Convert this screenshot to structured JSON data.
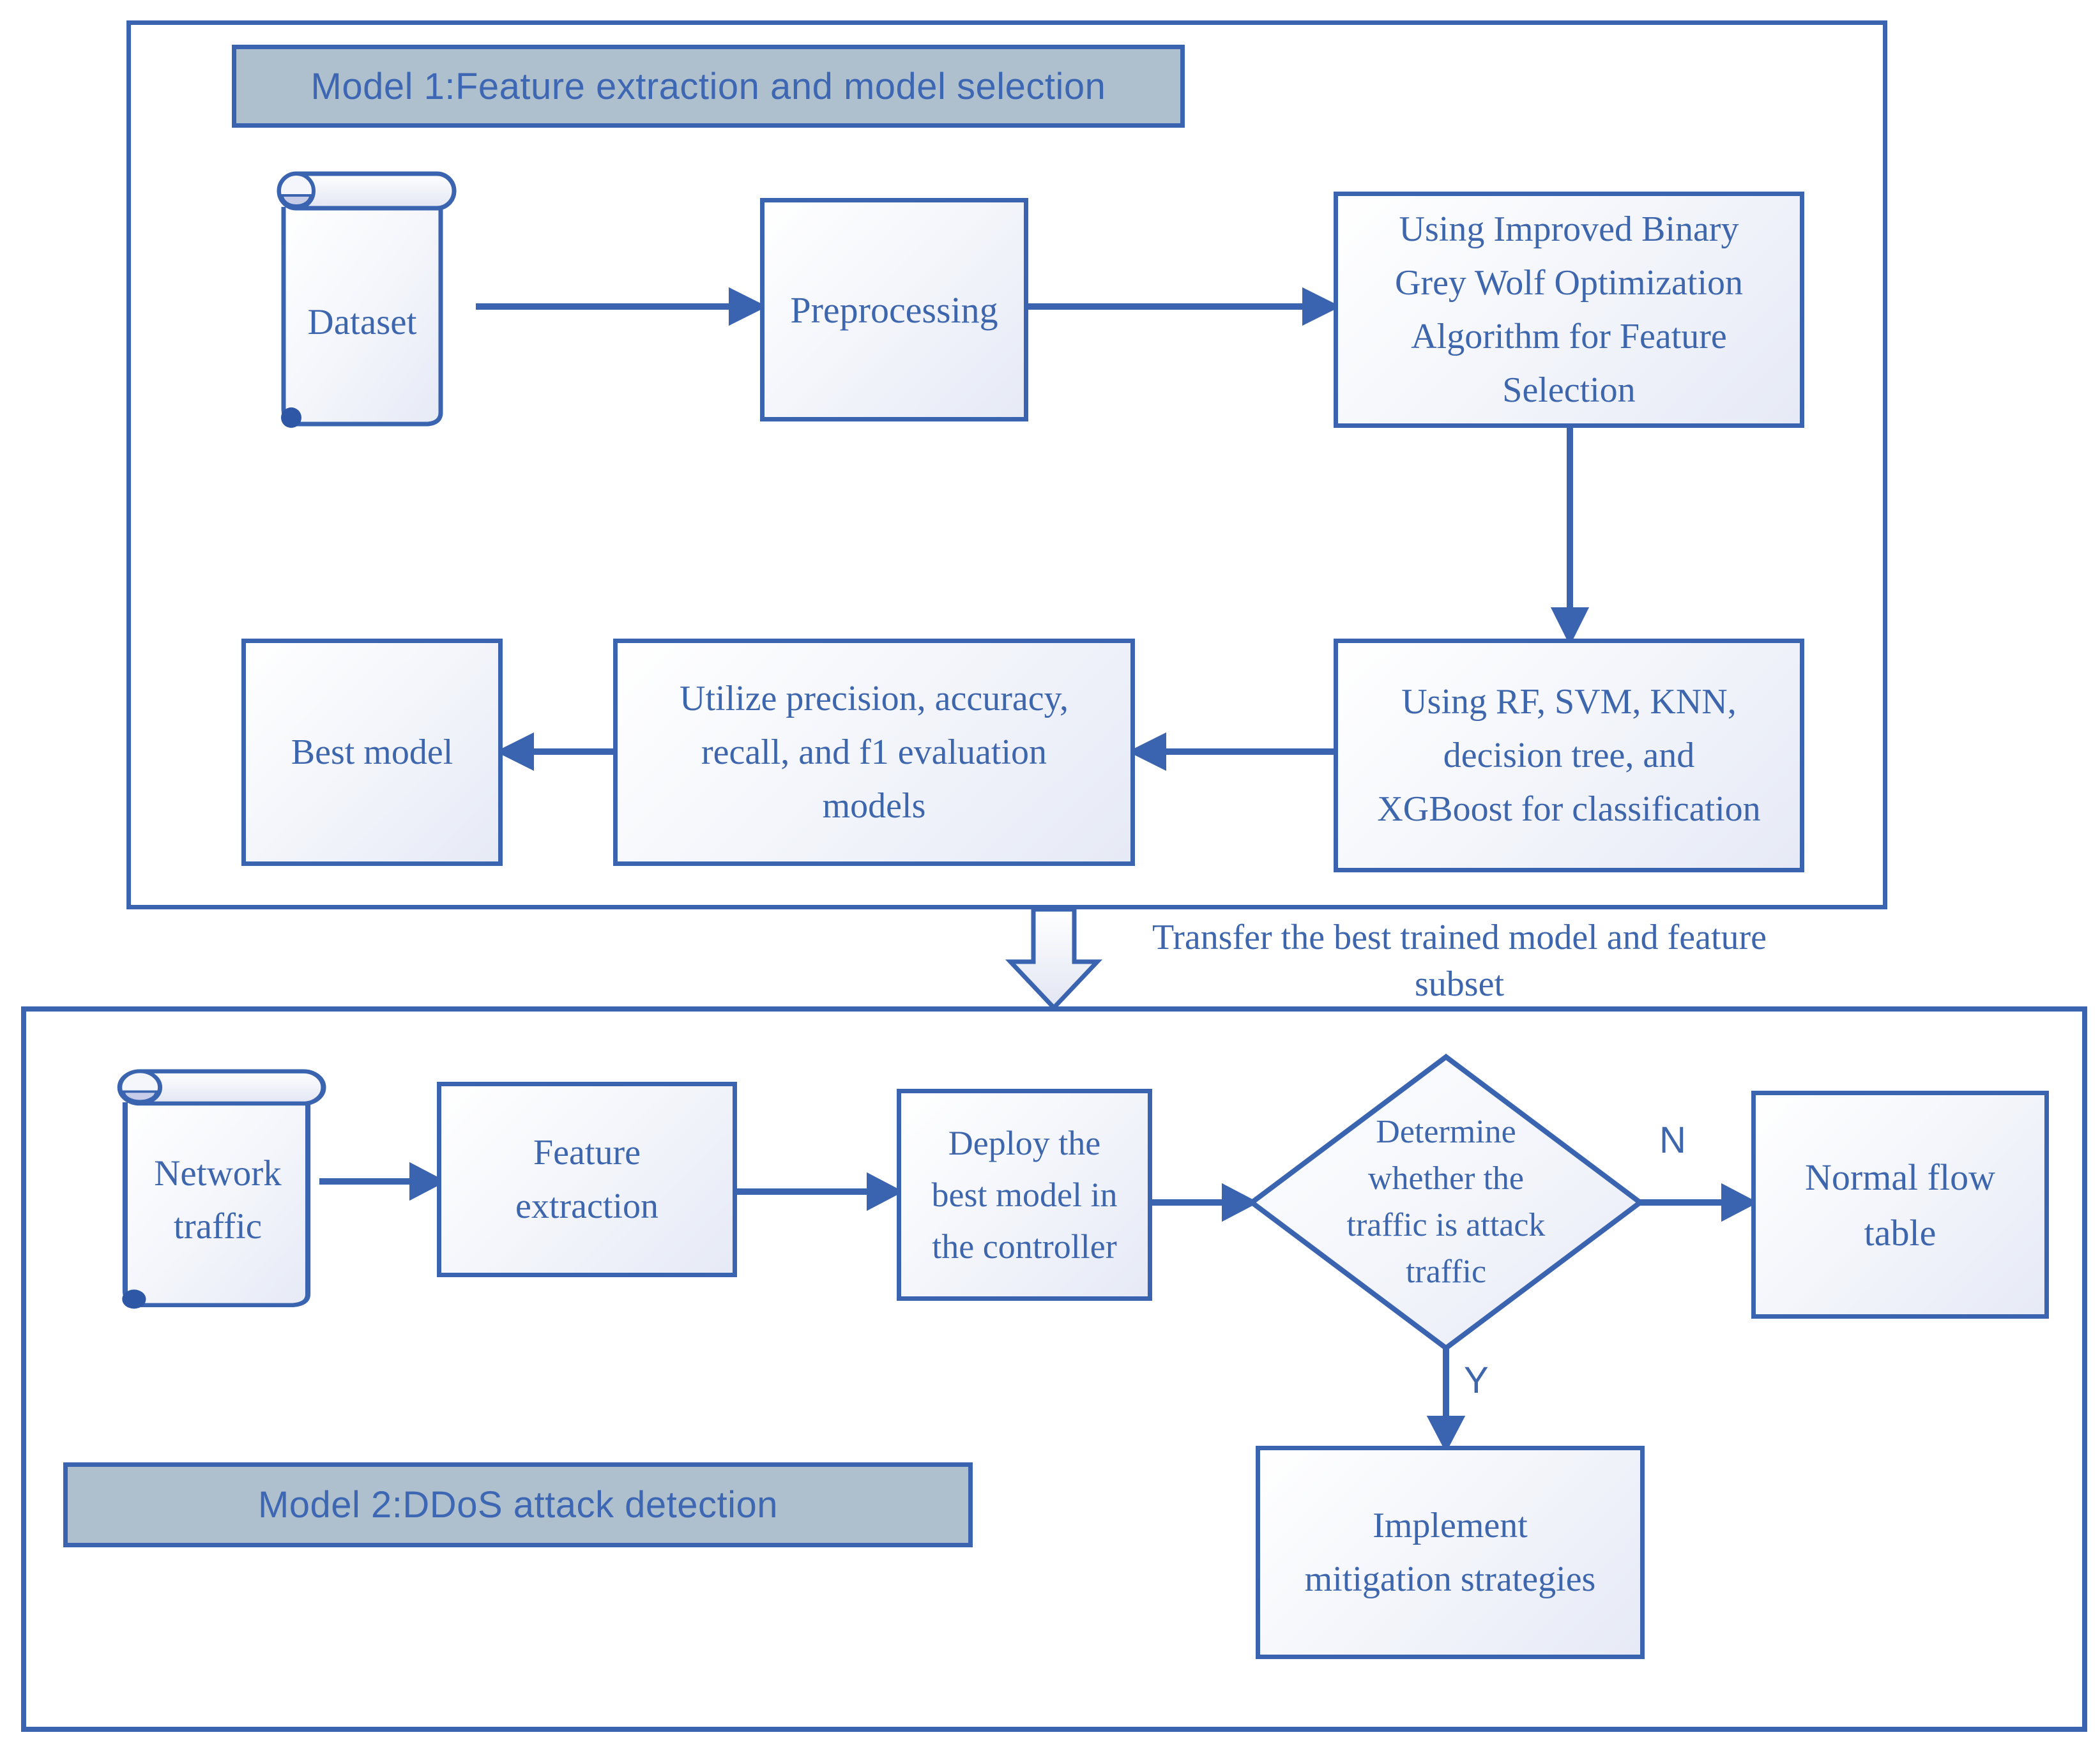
{
  "colors": {
    "stroke": "#3a64af",
    "text": "#3e66ad",
    "title_fill": "#aec0cd",
    "scroll_curl_fill": "#2e57a6",
    "scroll_shade": "#c7cce9"
  },
  "model1": {
    "title": "Model 1:Feature extraction and model selection",
    "dataset": "Dataset",
    "preprocessing": "Preprocessing",
    "feature_selection": "Using Improved Binary\nGrey Wolf Optimization\nAlgorithm for Feature\nSelection",
    "classification": "Using RF, SVM, KNN,\ndecision tree, and\nXGBoost for classification",
    "evaluation": "Utilize precision, accuracy,\nrecall, and f1 evaluation\nmodels",
    "best_model": "Best model"
  },
  "transfer": {
    "label": "Transfer the best trained model and feature\nsubset"
  },
  "model2": {
    "title": "Model 2:DDoS attack detection",
    "network_traffic": "Network\ntraffic",
    "feature_extraction": "Feature\nextraction",
    "deploy": "Deploy the\nbest model in\nthe controller",
    "decision": "Determine\nwhether the\ntraffic is attack\ntraffic",
    "branch_no": "N",
    "branch_yes": "Y",
    "normal_flow": "Normal flow\ntable",
    "mitigation": "Implement\nmitigation strategies"
  }
}
